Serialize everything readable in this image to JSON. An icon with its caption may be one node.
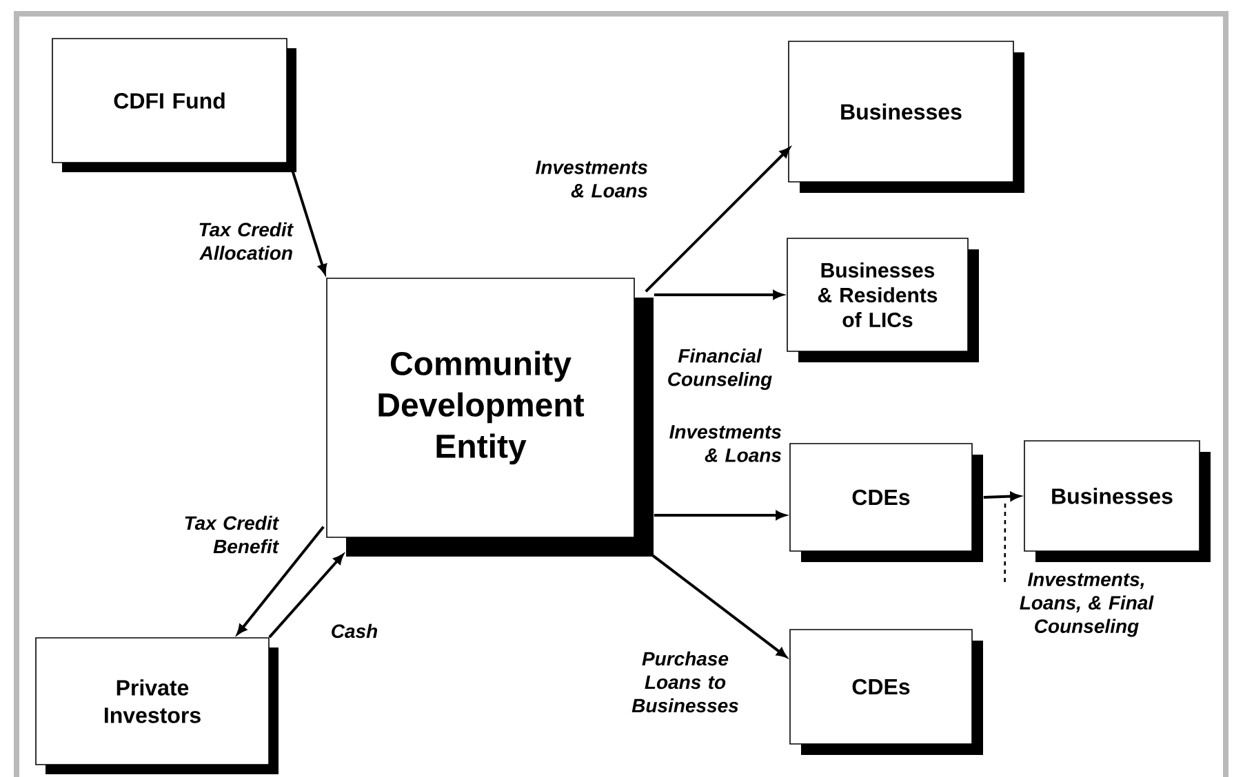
{
  "diagram": {
    "nodes": [
      {
        "text": [
          "CDFI Fund"
        ]
      },
      {
        "text": [
          "Community Development Entity"
        ]
      },
      {
        "text": [
          "Businesses"
        ]
      },
      {
        "text": [
          "Businesses & Residents of LICs"
        ]
      },
      {
        "text": [
          "CDEs"
        ]
      },
      {
        "text": [
          "Businesses"
        ]
      },
      {
        "text": [
          "CDEs"
        ]
      },
      {
        "text": [
          "Private Investors"
        ]
      },
      {
        "text": [
          "Investments, Loans, & Final Counseling"
        ]
      }
    ],
    "edges": [
      {
        "from": 0,
        "to": 1,
        "arrow": "to",
        "label": "Tax Credit Allocation"
      },
      {
        "from": 1,
        "to": 2,
        "arrow": "to",
        "label": "Investments & Loans"
      },
      {
        "from": 1,
        "to": 3,
        "arrow": "to",
        "label": "Financial Counseling"
      },
      {
        "from": 1,
        "to": 4,
        "arrow": "to",
        "label": "Investments & Loans"
      },
      {
        "from": 4,
        "to": 5,
        "arrow": "to"
      },
      {
        "from": 1,
        "to": 6,
        "arrow": "to",
        "label": "Purchase Loans to Businesses"
      },
      {
        "from": 1,
        "to": 7,
        "arrow": "to",
        "label": "Tax Credit Benefit"
      },
      {
        "from": 7,
        "to": 1,
        "arrow": "to",
        "label": "Cash"
      },
      {
        "from": 8,
        "to": null,
        "arrow": "none",
        "style": "dashed"
      }
    ]
  }
}
